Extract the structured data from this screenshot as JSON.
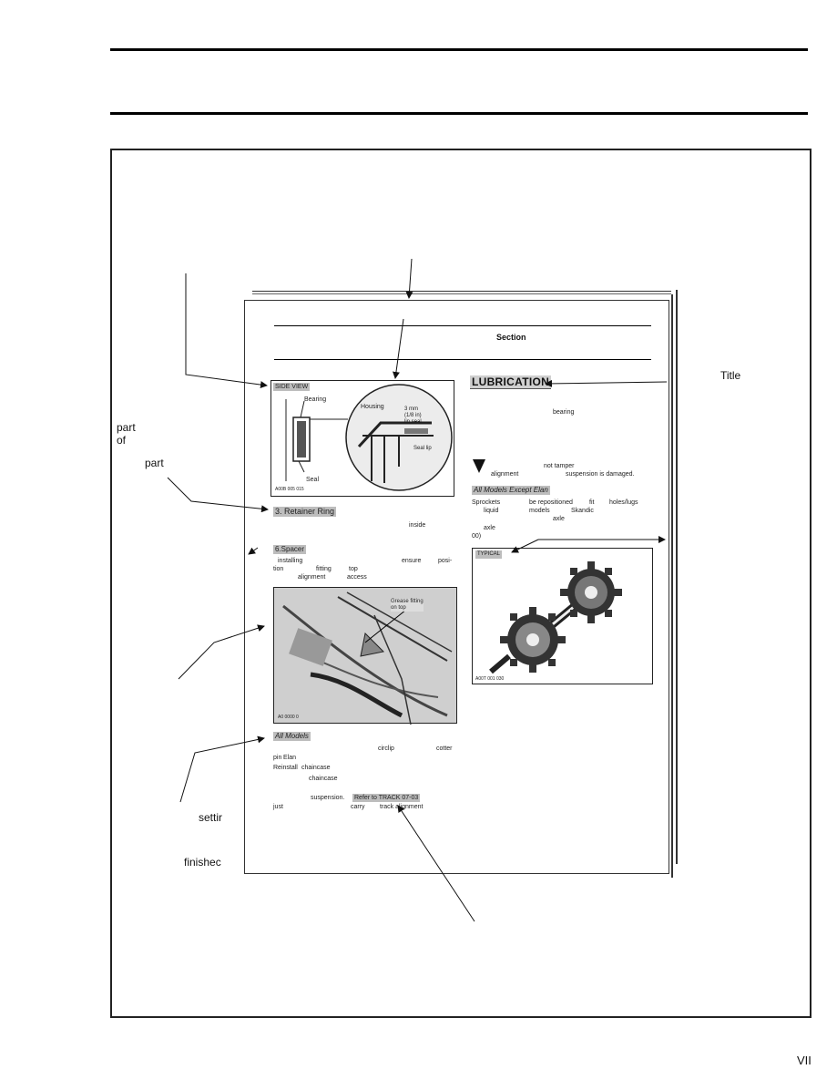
{
  "page": {
    "page_number": "VII"
  },
  "callouts": {
    "title": "Title",
    "part_left_a": "part",
    "part_left_b": "of",
    "part": "part",
    "setting": "settir",
    "finished": "finishec"
  },
  "sample_page": {
    "section_label": "Section",
    "side_view_label": "SIDE VIEW",
    "fig1": {
      "bearing": "Bearing",
      "housing": "Housing",
      "circle_note": "3 mm\n(1/8 in)\nlip seal",
      "seal_lip": "Seal lip",
      "seal": "Seal",
      "code": "A00B 005 015"
    },
    "retainer_ring": "3. Retainer Ring",
    "inside": "inside",
    "spacer": "6.Spacer",
    "spacer_text": [
      [
        "installing",
        "ensure",
        "posi-"
      ],
      [
        "tion",
        "fitting",
        "top"
      ],
      [
        "alignment",
        "access"
      ]
    ],
    "fig2": {
      "grease_fitting": "Grease fitting\non top",
      "code": "A0 0000 0"
    },
    "all_models": "All Models",
    "all_models_text": [
      [
        "circlip",
        "cotter"
      ],
      [
        "pin",
        "Elan"
      ],
      [
        "Reinstall",
        "chaincase"
      ],
      [
        "chaincase"
      ]
    ],
    "refer_line": [
      "suspension.",
      "Refer to TRACK 07-03"
    ],
    "refer_line2": [
      "just",
      "carry",
      "track alignment"
    ],
    "lubrication": "LUBRICATION",
    "lub_bearing": "bearing",
    "warning_line1": "not tamper",
    "warning_line2": [
      "alignment",
      "suspension is damaged."
    ],
    "all_except": "All Models Except Elan",
    "sprockets_text": [
      [
        "Sprockets",
        "be repositioned",
        "fit",
        "holes/lugs"
      ],
      [
        "liquid",
        "models",
        "Skandic"
      ],
      [
        "axle"
      ],
      [
        "axle"
      ],
      [
        "00)"
      ]
    ],
    "fig3": {
      "label": "TYPICAL",
      "code": "A00T 001 030"
    }
  }
}
